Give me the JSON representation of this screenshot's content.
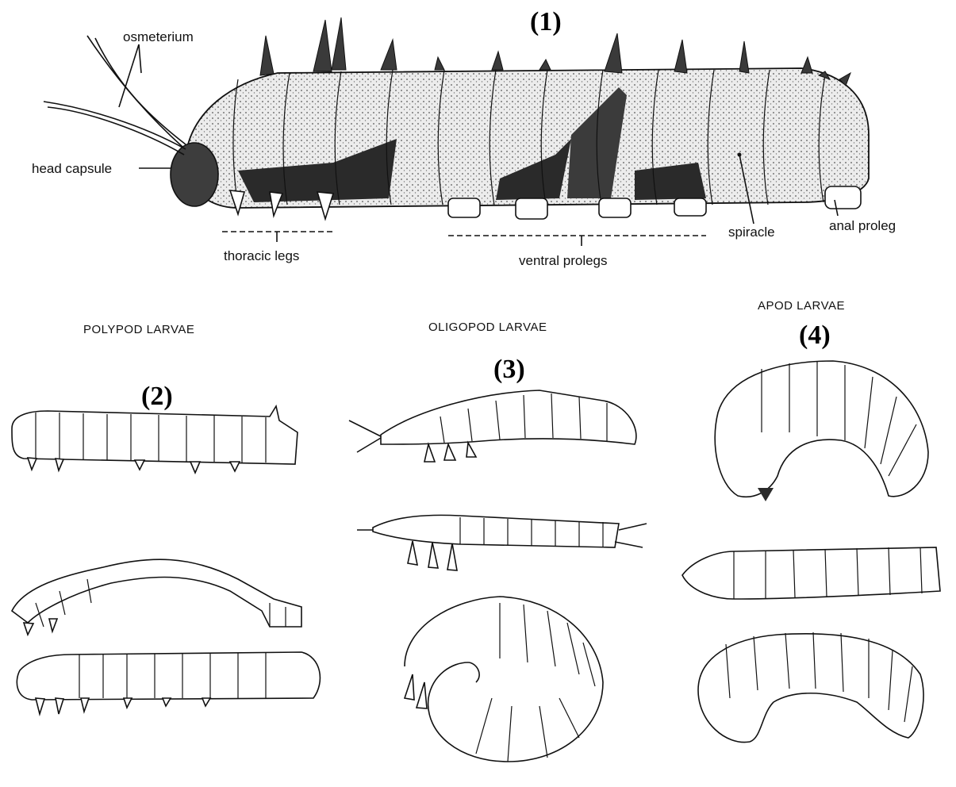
{
  "panel_numbers": [
    "(1)",
    "(2)",
    "(3)",
    "(4)"
  ],
  "labels": {
    "osmeterium": "osmeterium",
    "head_capsule": "head capsule",
    "thoracic_legs": "thoracic legs",
    "ventral_prolegs": "ventral prolegs",
    "spiracle": "spiracle",
    "anal_proleg": "anal proleg"
  },
  "groups": {
    "polypod": "POLYPOD LARVAE",
    "oligopod": "OLIGOPOD LARVAE",
    "apod": "APOD LARVAE"
  }
}
